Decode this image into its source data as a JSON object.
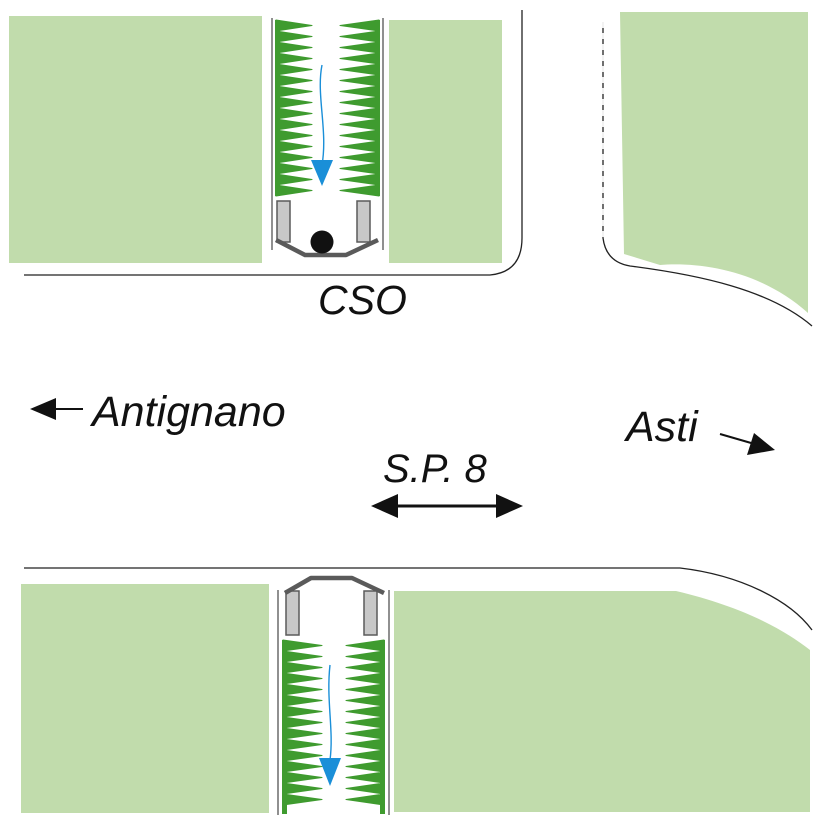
{
  "labels": {
    "cso": "CSO",
    "antignano": "Antignano",
    "asti": "Asti",
    "road": "S.P. 8"
  },
  "colors": {
    "field": "#c1dcac",
    "vegetation": "#3f9b2f",
    "flow_arrow": "#1a8fd8",
    "structure_fill": "#c8c8c8",
    "structure_stroke": "#5a5a5a",
    "road_edge": "#222222",
    "outfall": "#111111"
  },
  "icons": {
    "left_arrow": "arrow-left-icon",
    "right_arrow": "arrow-right-icon",
    "road_arrow": "double-arrow-icon",
    "flow": "flow-arrow-icon",
    "outfall": "outfall-pipe-icon"
  }
}
